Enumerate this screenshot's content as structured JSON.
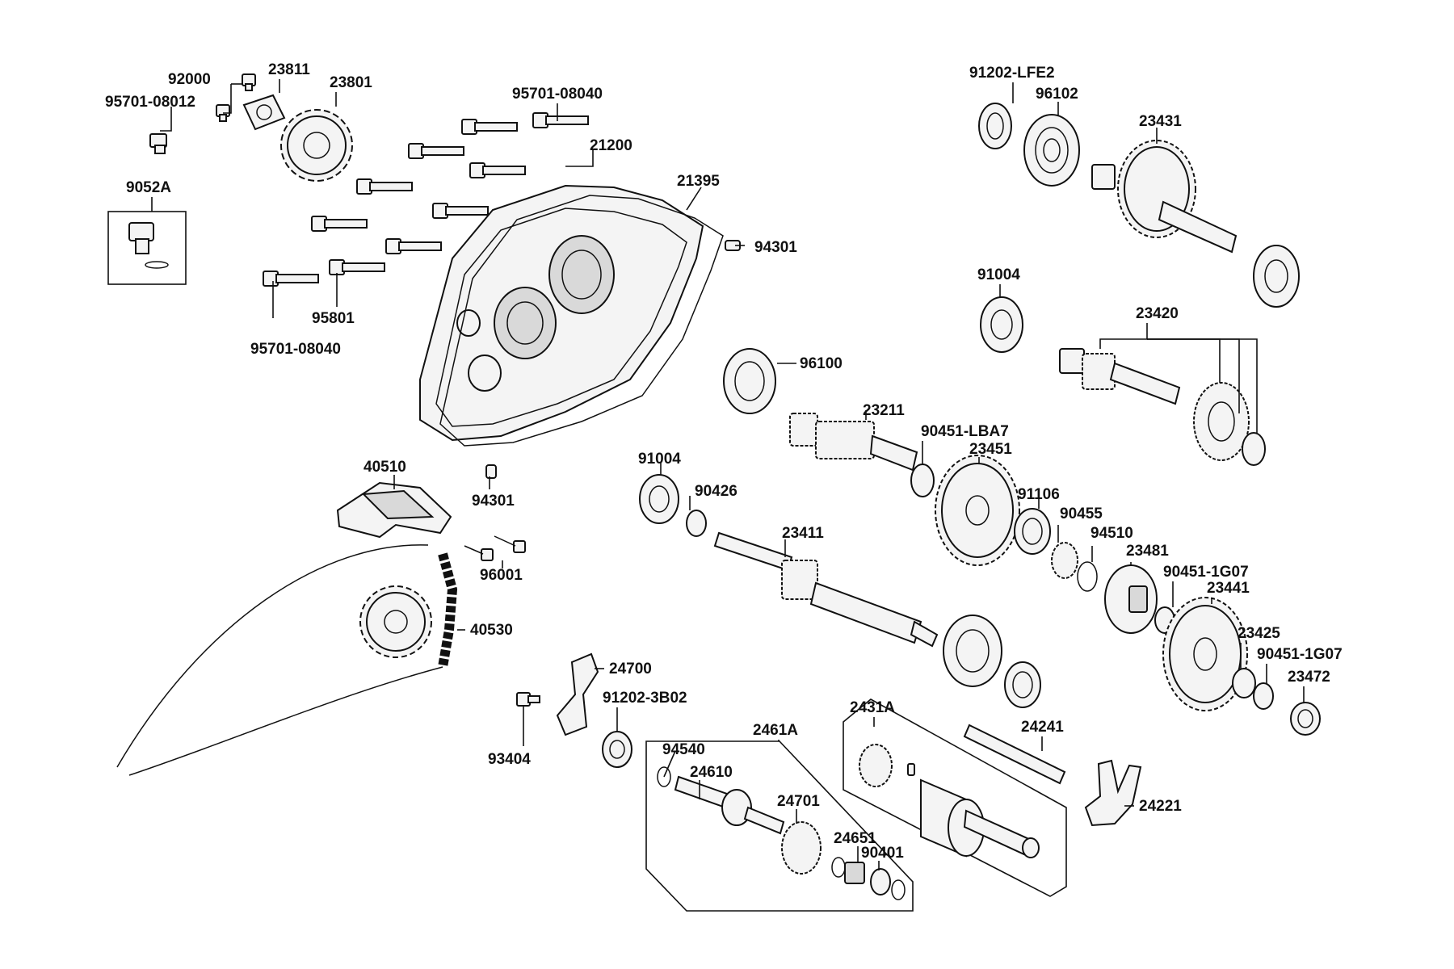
{
  "labels": {
    "p92000": "92000",
    "p23811": "23811",
    "p23801": "23801",
    "p95701_08012": "95701-08012",
    "p95701_08040_top": "95701-08040",
    "p21200": "21200",
    "p21395": "21395",
    "p9052A": "9052A",
    "p94301_top": "94301",
    "p95801": "95801",
    "p95701_08040_bot": "95701-08040",
    "p91202_LFE2": "91202-LFE2",
    "p96102": "96102",
    "p23431": "23431",
    "p91004_top": "91004",
    "p23420": "23420",
    "p96100": "96100",
    "p23211": "23211",
    "p90451_LBA7": "90451-LBA7",
    "p23451": "23451",
    "p40510": "40510",
    "p94301_bot": "94301",
    "p91004_mid": "91004",
    "p90426": "90426",
    "p91106": "91106",
    "p90455": "90455",
    "p94510": "94510",
    "p23481": "23481",
    "p96001": "96001",
    "p23411": "23411",
    "p90451_1G07_a": "90451-1G07",
    "p23441": "23441",
    "p40530": "40530",
    "p24700": "24700",
    "p23425": "23425",
    "p90451_1G07_b": "90451-1G07",
    "p23472": "23472",
    "p91202_3B02": "91202-3B02",
    "p2461A": "2461A",
    "p2431A": "2431A",
    "p24241": "24241",
    "p93404": "93404",
    "p94540": "94540",
    "p24610": "24610",
    "p24701": "24701",
    "p24221": "24221",
    "p24651": "24651",
    "p90401": "90401"
  }
}
